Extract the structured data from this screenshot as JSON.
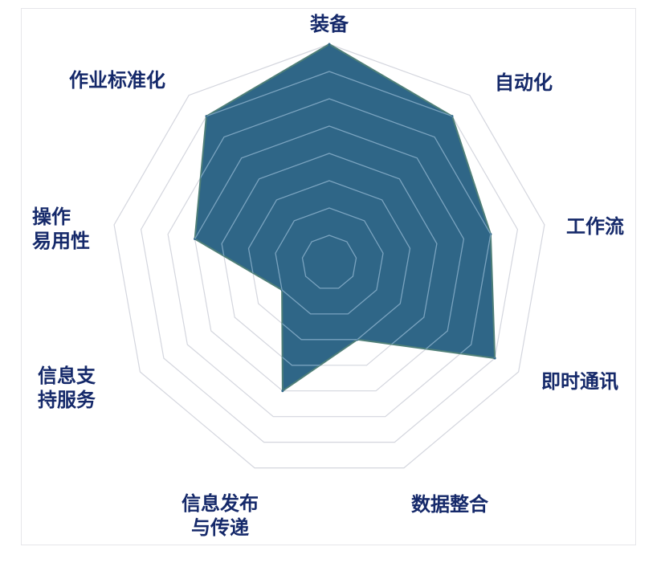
{
  "chart_data": {
    "type": "radar",
    "title": "",
    "axes": [
      "装备",
      "自动化",
      "工作流",
      "即时通讯",
      "数据整合",
      "信息发布\n与传递",
      "信息支\n持服务",
      "操作\n易用性",
      "作业标准化"
    ],
    "series": [
      {
        "name": "",
        "values": [
          8,
          7,
          6,
          7,
          3,
          5,
          2,
          5,
          7
        ]
      }
    ],
    "range": [
      0,
      8
    ],
    "grid_levels": 8,
    "grid": true,
    "legend": "none",
    "colors": {
      "fill": "#2f6687",
      "fill_edge": "#4f7f78",
      "grid": "#d4d6de",
      "grid_inside": "#7aa3bf",
      "label": "#15296a"
    }
  }
}
